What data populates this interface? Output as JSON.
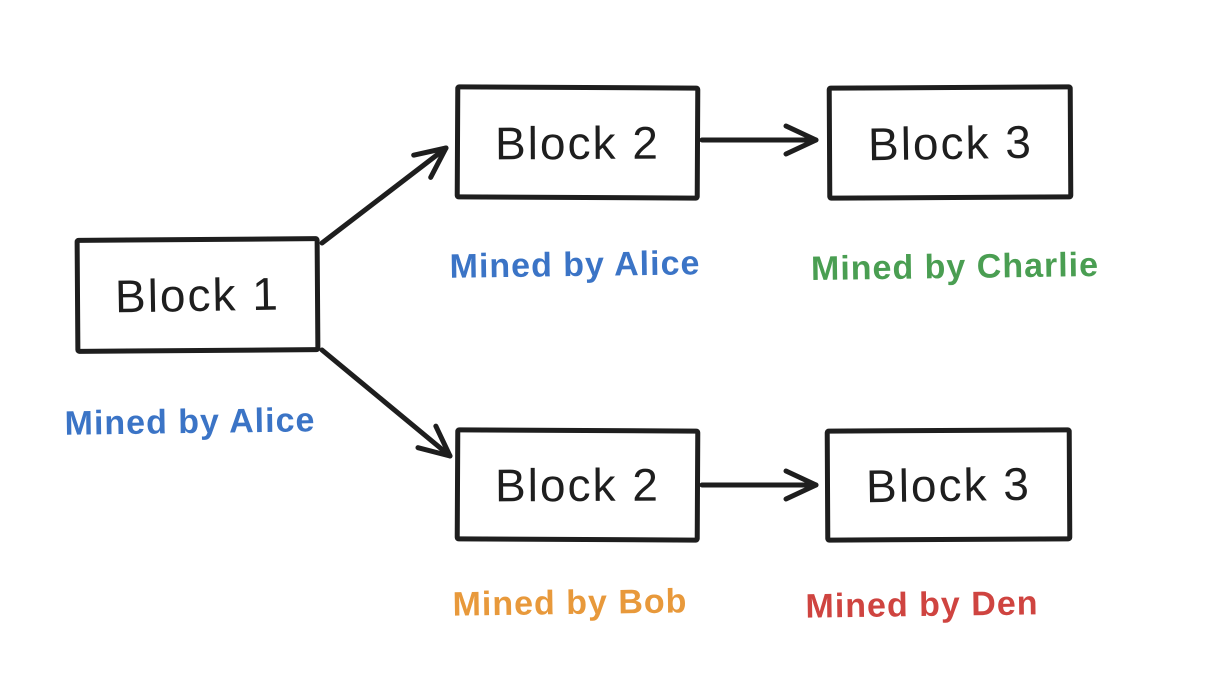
{
  "diagram": {
    "description": "Blockchain fork diagram",
    "colors": {
      "ink": "#1e1e1e",
      "alice_blue": "#3b74c6",
      "charlie_green": "#4a9e52",
      "bob_orange": "#e8993b",
      "den_red": "#cf4440"
    },
    "blocks": {
      "block1": {
        "label": "Block 1"
      },
      "block2_top": {
        "label": "Block 2"
      },
      "block3_top": {
        "label": "Block 3"
      },
      "block2_bottom": {
        "label": "Block 2"
      },
      "block3_bottom": {
        "label": "Block 3"
      }
    },
    "miners": {
      "block1": {
        "text": "Mined by Alice",
        "color": "#3b74c6"
      },
      "block2_top": {
        "text": "Mined by Alice",
        "color": "#3b74c6"
      },
      "block3_top": {
        "text": "Mined by Charlie",
        "color": "#4a9e52"
      },
      "block2_bottom": {
        "text": "Mined by Bob",
        "color": "#e8993b"
      },
      "block3_bottom": {
        "text": "Mined by Den",
        "color": "#cf4440"
      }
    }
  }
}
